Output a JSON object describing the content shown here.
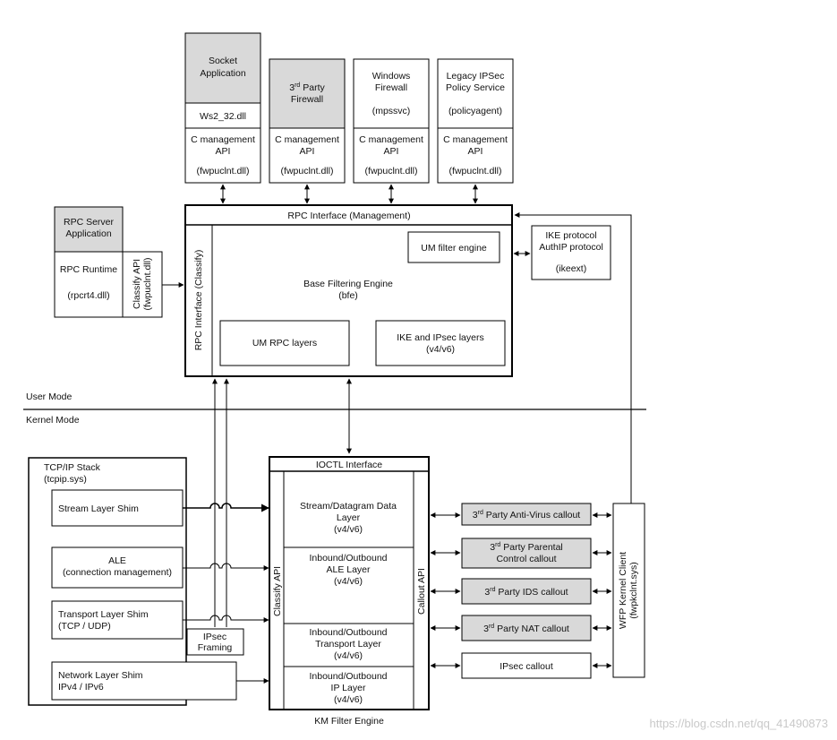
{
  "top_apps": {
    "socket": {
      "title_lines": [
        "Socket",
        "Application"
      ],
      "dll": "Ws2_32.dll",
      "api_lines": [
        "C management",
        "API"
      ],
      "api_dll": "(fwpuclnt.dll)"
    },
    "third_party_firewall": {
      "title_line1_pre": "3",
      "title_line1_sup": "rd",
      "title_line1_post": " Party",
      "title_line2": "Firewall",
      "api_lines": [
        "C management",
        "API"
      ],
      "api_dll": "(fwpuclnt.dll)"
    },
    "windows_firewall": {
      "title_lines": [
        "Windows",
        "Firewall"
      ],
      "svc": "(mpssvc)",
      "api_lines": [
        "C management",
        "API"
      ],
      "api_dll": "(fwpuclnt.dll)"
    },
    "legacy_ipsec": {
      "title_lines": [
        "Legacy IPSec",
        "Policy Service"
      ],
      "svc": "(policyagent)",
      "api_lines": [
        "C management",
        "API"
      ],
      "api_dll": "(fwpuclnt.dll)"
    }
  },
  "rpc_server": {
    "title_lines": [
      "RPC Server",
      "Application"
    ],
    "runtime": "RPC Runtime",
    "runtime_dll": "(rpcrt4.dll)",
    "classify_api": "Classify API",
    "classify_dll": "(fwpuclnt.dll)"
  },
  "bfe": {
    "rpc_mgmt": "RPC Interface (Management)",
    "rpc_classify": "RPC Interface (Classify)",
    "title_lines": [
      "Base Filtering Engine",
      "(bfe)"
    ],
    "um_filter": "UM filter engine",
    "um_rpc": "UM RPC layers",
    "ike_layers_lines": [
      "IKE and IPsec layers",
      "(v4/v6)"
    ]
  },
  "ike": {
    "lines": [
      "IKE protocol",
      "AuthIP protocol"
    ],
    "svc": "(ikeext)"
  },
  "modes": {
    "user": "User Mode",
    "kernel": "Kernel Mode"
  },
  "tcpip": {
    "title_lines": [
      "TCP/IP Stack",
      "(tcpip.sys)"
    ],
    "stream_shim": "Stream Layer Shim",
    "ale_lines": [
      "ALE",
      "(connection management)"
    ],
    "transport_lines": [
      "Transport Layer Shim",
      "(TCP / UDP)"
    ],
    "network_lines": [
      "Network Layer Shim",
      "IPv4 / IPv6"
    ]
  },
  "ipsec_framing_lines": [
    "IPsec",
    "Framing"
  ],
  "km": {
    "ioctl": "IOCTL Interface",
    "classify_api": "Classify API",
    "callout_api": "Callout API",
    "stream_lines": [
      "Stream/Datagram Data",
      "Layer",
      "(v4/v6)"
    ],
    "ale_lines": [
      "Inbound/Outbound",
      "ALE Layer",
      "(v4/v6)"
    ],
    "transport_lines": [
      "Inbound/Outbound",
      "Transport Layer",
      "(v4/v6)"
    ],
    "ip_lines": [
      "Inbound/Outbound",
      "IP Layer",
      "(v4/v6)"
    ],
    "footer": "KM Filter Engine"
  },
  "callouts": {
    "antivirus": {
      "pre": "3",
      "sup": "rd",
      "post": " Party Anti-Virus callout"
    },
    "parental": {
      "pre": "3",
      "sup": "rd",
      "post": " Party Parental",
      "line2": "Control callout"
    },
    "ids": {
      "pre": "3",
      "sup": "rd",
      "post": " Party IDS callout"
    },
    "nat": {
      "pre": "3",
      "sup": "rd",
      "post": " Party NAT callout"
    },
    "ipsec": {
      "label": "IPsec callout"
    }
  },
  "wfp_client": {
    "line1": "WFP Kernel Client",
    "line2": "(fwpkclnt.sys)"
  },
  "watermark": "https://blog.csdn.net/qq_41490873",
  "colors": {
    "shaded": "#d9d9d9",
    "line": "#000000"
  }
}
